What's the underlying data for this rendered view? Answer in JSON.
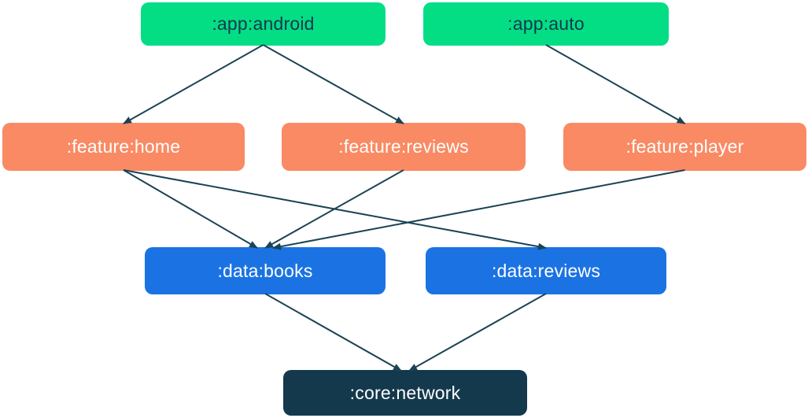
{
  "diagram": {
    "type": "dependency-graph",
    "background": "#FFFFFF",
    "edge_color": "#1B4354",
    "nodes": [
      {
        "id": "app-android",
        "label": ":app:android",
        "group": "app",
        "fill": "#03DE85",
        "text_color": "#12384D"
      },
      {
        "id": "app-auto",
        "label": ":app:auto",
        "group": "app",
        "fill": "#03DE85",
        "text_color": "#12384D"
      },
      {
        "id": "feature-home",
        "label": ":feature:home",
        "group": "feature",
        "fill": "#F98A63",
        "text_color": "#FFFFFF"
      },
      {
        "id": "feature-reviews",
        "label": ":feature:reviews",
        "group": "feature",
        "fill": "#F98A63",
        "text_color": "#FFFFFF"
      },
      {
        "id": "feature-player",
        "label": ":feature:player",
        "group": "feature",
        "fill": "#F98A63",
        "text_color": "#FFFFFF"
      },
      {
        "id": "data-books",
        "label": ":data:books",
        "group": "data",
        "fill": "#1B73E3",
        "text_color": "#FFFFFF"
      },
      {
        "id": "data-reviews",
        "label": ":data:reviews",
        "group": "data",
        "fill": "#1B73E3",
        "text_color": "#FFFFFF"
      },
      {
        "id": "core-network",
        "label": ":core:network",
        "group": "core",
        "fill": "#14394D",
        "text_color": "#FFFFFF"
      }
    ],
    "edges": [
      {
        "from": "app-android",
        "to": "feature-home"
      },
      {
        "from": "app-android",
        "to": "feature-reviews"
      },
      {
        "from": "app-auto",
        "to": "feature-player"
      },
      {
        "from": "feature-home",
        "to": "data-books"
      },
      {
        "from": "feature-reviews",
        "to": "data-books"
      },
      {
        "from": "feature-player",
        "to": "data-books"
      },
      {
        "from": "feature-home",
        "to": "data-reviews"
      },
      {
        "from": "data-books",
        "to": "core-network"
      },
      {
        "from": "data-reviews",
        "to": "core-network"
      }
    ]
  }
}
